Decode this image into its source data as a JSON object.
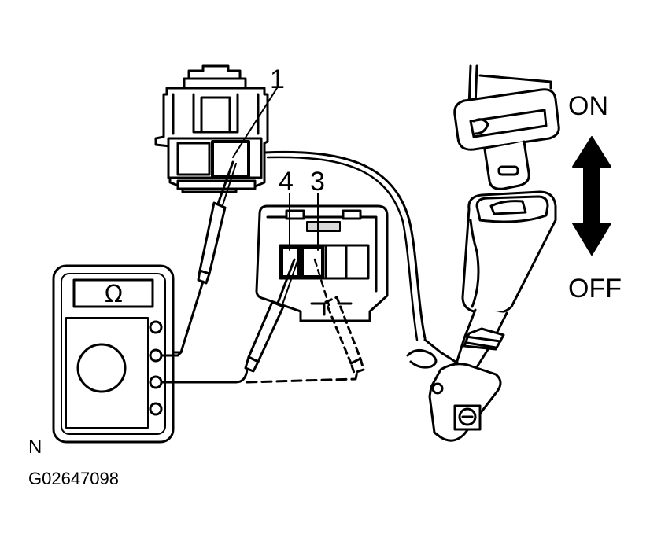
{
  "diagram": {
    "callouts": {
      "pin1": "1",
      "pin4": "4",
      "pin3": "3"
    },
    "buckle_states": {
      "on": "ON",
      "off": "OFF"
    },
    "meter": {
      "display": "Ω",
      "icon": "ohmmeter-icon"
    },
    "footer": {
      "corner_label": "N",
      "figure_code": "G02647098"
    },
    "colors": {
      "ink": "#000000",
      "paper": "#ffffff",
      "shade": "#d9d9d9"
    }
  }
}
